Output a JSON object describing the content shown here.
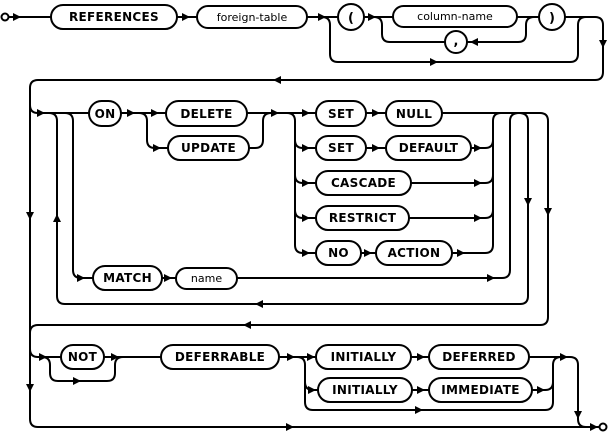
{
  "colors": {
    "line": "#000000",
    "background": "#ffffff"
  },
  "nodes": {
    "references": "REFERENCES",
    "foreign_table": "foreign-table",
    "open_paren": "(",
    "column_name": "column-name",
    "comma": ",",
    "close_paren": ")",
    "on": "ON",
    "delete": "DELETE",
    "update": "UPDATE",
    "set1": "SET",
    "null": "NULL",
    "set2": "SET",
    "default": "DEFAULT",
    "cascade": "CASCADE",
    "restrict": "RESTRICT",
    "no": "NO",
    "action": "ACTION",
    "match": "MATCH",
    "name": "name",
    "not": "NOT",
    "deferrable": "DEFERRABLE",
    "initially1": "INITIALLY",
    "deferred": "DEFERRED",
    "initially2": "INITIALLY",
    "immediate": "IMMEDIATE"
  }
}
